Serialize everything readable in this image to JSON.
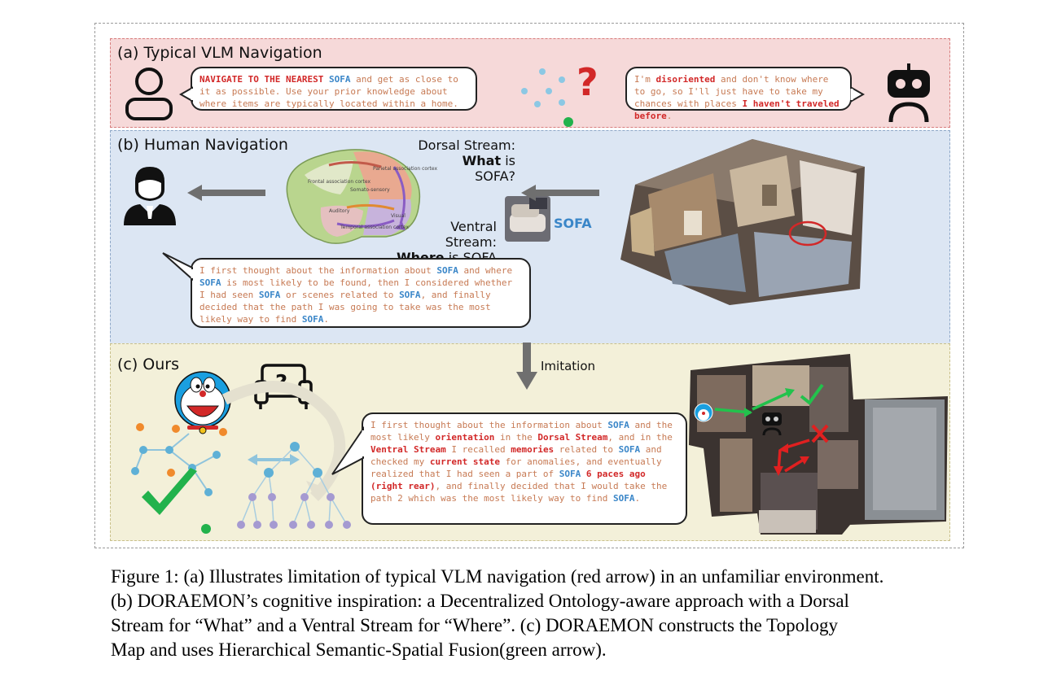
{
  "panel_a": {
    "title": "(a) Typical VLM Navigation",
    "human_msg": [
      {
        "t": "NAVIGATE TO THE NEAREST ",
        "c": "red"
      },
      {
        "t": "SOFA",
        "c": "blue"
      },
      {
        "t": " and get as close to it as possible. Use your prior knowledge about where items are typically located within a home.",
        "c": ""
      }
    ],
    "robot_msg": [
      {
        "t": "I'm ",
        "c": ""
      },
      {
        "t": "disoriented",
        "c": "red"
      },
      {
        "t": " and don't know where to go, so I'll just have to take my chances with places ",
        "c": ""
      },
      {
        "t": "I haven't traveled before",
        "c": "red"
      },
      {
        "t": ".",
        "c": ""
      }
    ],
    "question_mark": "?"
  },
  "panel_b": {
    "title": "(b) Human Navigation",
    "dorsal_label": "Dorsal Stream:",
    "dorsal_q_bold": "What",
    "dorsal_q_rest": " is SOFA?",
    "ventral_label": "Ventral Stream:",
    "ventral_q_bold": "Where",
    "ventral_q_rest": " is SOFA",
    "sofa_label": "SOFA",
    "brain_regions": [
      "Frontal association cortex",
      "Parietal association cortex",
      "Somato-sensory",
      "Auditory",
      "Temporal association cortex",
      "Visual"
    ],
    "thought": [
      {
        "t": "I first thought about the information about ",
        "c": ""
      },
      {
        "t": "SOFA",
        "c": "blue"
      },
      {
        "t": " and where ",
        "c": ""
      },
      {
        "t": "SOFA",
        "c": "blue"
      },
      {
        "t": " is most likely to be found, then I considered whether I had seen ",
        "c": ""
      },
      {
        "t": "SOFA",
        "c": "blue"
      },
      {
        "t": " or scenes related to ",
        "c": ""
      },
      {
        "t": "SOFA",
        "c": "blue"
      },
      {
        "t": ", and finally decided that the path I was going to take was the most likely way to find ",
        "c": ""
      },
      {
        "t": "SOFA",
        "c": "blue"
      },
      {
        "t": ".",
        "c": ""
      }
    ]
  },
  "panel_c": {
    "title": "(c) Ours",
    "imitation_label": "Imitation",
    "thought": [
      {
        "t": "I first thought about the information about ",
        "c": ""
      },
      {
        "t": "SOFA",
        "c": "blue"
      },
      {
        "t": " and the most likely ",
        "c": ""
      },
      {
        "t": "orientation",
        "c": "red"
      },
      {
        "t": " in the ",
        "c": ""
      },
      {
        "t": "Dorsal Stream",
        "c": "red"
      },
      {
        "t": ", and in the ",
        "c": ""
      },
      {
        "t": "Ventral Stream",
        "c": "red"
      },
      {
        "t": " I recalled ",
        "c": ""
      },
      {
        "t": "memories",
        "c": "red"
      },
      {
        "t": " related to ",
        "c": ""
      },
      {
        "t": "SOFA",
        "c": "blue"
      },
      {
        "t": " and checked my ",
        "c": ""
      },
      {
        "t": "current state",
        "c": "red"
      },
      {
        "t": " for anomalies, and eventually realized that I had seen a part of ",
        "c": ""
      },
      {
        "t": "SOFA",
        "c": "blue"
      },
      {
        "t": " ",
        "c": ""
      },
      {
        "t": "6 paces ago (right rear)",
        "c": "red"
      },
      {
        "t": ", and finally decided that I would take the path 2 which was the most likely way to find ",
        "c": ""
      },
      {
        "t": "SOFA",
        "c": "blue"
      },
      {
        "t": ".",
        "c": ""
      }
    ]
  },
  "caption": {
    "lines": [
      "Figure 1: (a) Illustrates limitation of typical VLM navigation (red arrow) in an unfamiliar environment.",
      "(b) DORAEMON’s cognitive inspiration: a Decentralized Ontology-aware approach with a Dorsal",
      "Stream for “What” and a Ventral Stream for “Where”. (c) DORAEMON constructs the Topology",
      "Map and uses Hierarchical Semantic-Spatial Fusion(green arrow)."
    ]
  },
  "colors": {
    "keyword_red": "#d22828",
    "keyword_blue": "#3a86c8",
    "body_orange": "#c77a54",
    "panel_a_bg": "#f6d9d9",
    "panel_b_bg": "#dce6f3",
    "panel_c_bg": "#f3f0d9"
  }
}
